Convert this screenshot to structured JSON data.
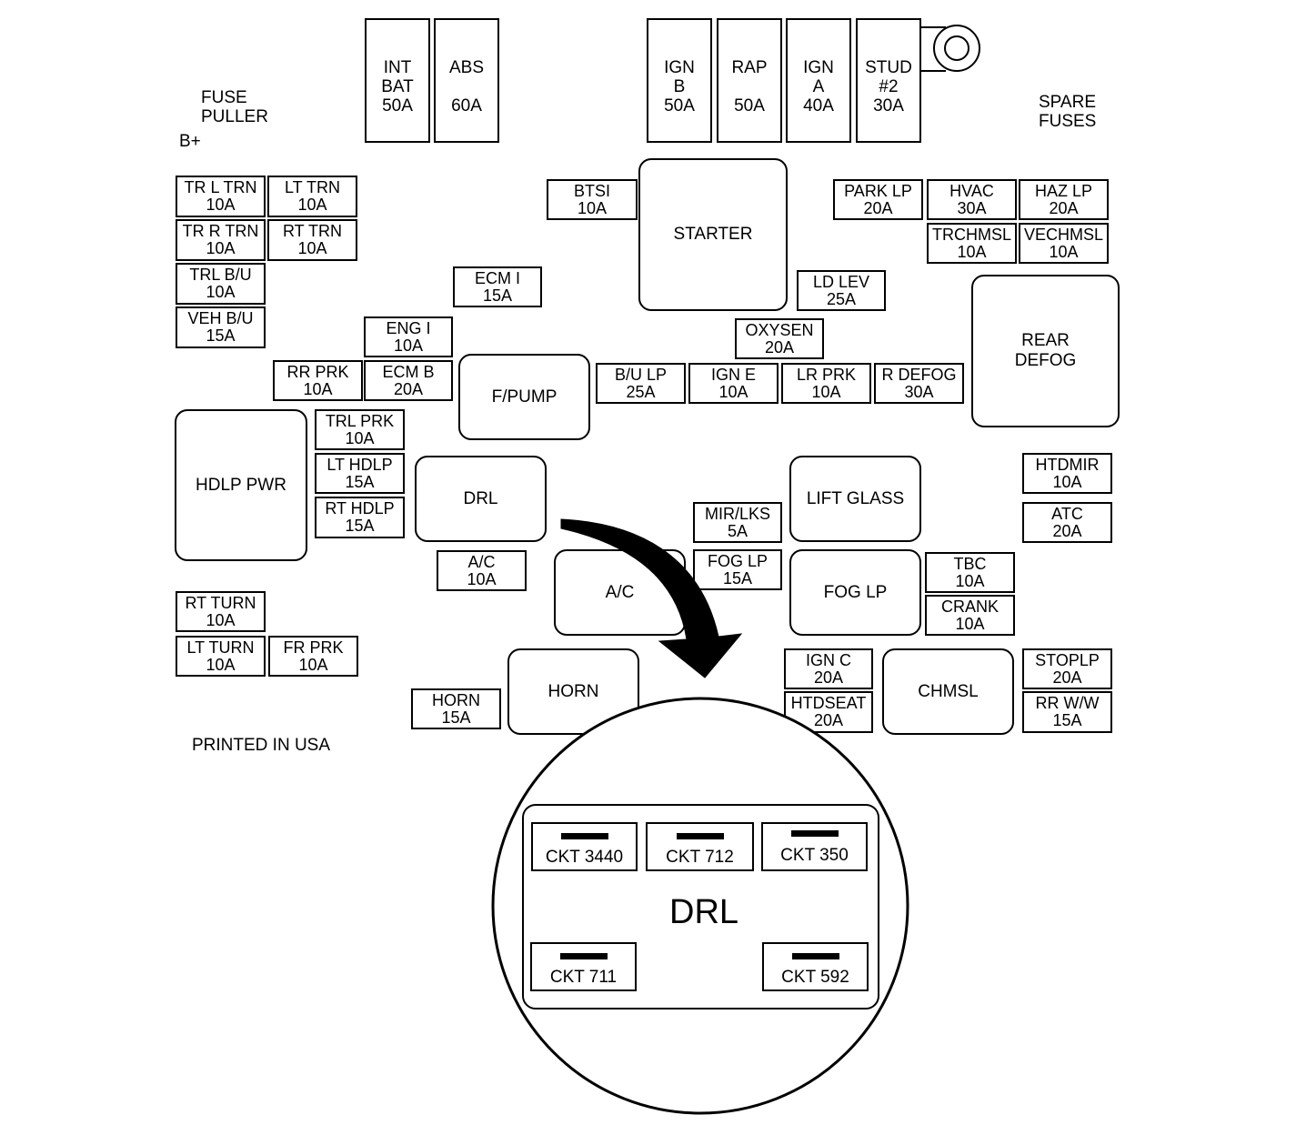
{
  "labels": {
    "fuse_puller": [
      "FUSE",
      "PULLER"
    ],
    "b_plus": "B+",
    "spare_fuses": [
      "SPARE",
      "FUSES"
    ],
    "printed": "PRINTED IN USA"
  },
  "maxi_fuses": {
    "int_bat": [
      "INT",
      "BAT",
      "50A"
    ],
    "abs": [
      "ABS",
      "60A"
    ],
    "ign_b": [
      "IGN",
      "B",
      "50A"
    ],
    "rap": [
      "RAP",
      "50A"
    ],
    "ign_a": [
      "IGN",
      "A",
      "40A"
    ],
    "stud2": [
      "STUD",
      "#2",
      "30A"
    ]
  },
  "fuses": {
    "tr_l_trn": [
      "TR L TRN",
      "10A"
    ],
    "lt_trn": [
      "LT TRN",
      "10A"
    ],
    "tr_r_trn": [
      "TR R TRN",
      "10A"
    ],
    "rt_trn": [
      "RT TRN",
      "10A"
    ],
    "trl_bu": [
      "TRL B/U",
      "10A"
    ],
    "veh_bu": [
      "VEH B/U",
      "15A"
    ],
    "btsi": [
      "BTSI",
      "10A"
    ],
    "ecm_i": [
      "ECM I",
      "15A"
    ],
    "eng_i": [
      "ENG I",
      "10A"
    ],
    "rr_prk": [
      "RR PRK",
      "10A"
    ],
    "ecm_b": [
      "ECM B",
      "20A"
    ],
    "trl_prk": [
      "TRL PRK",
      "10A"
    ],
    "lt_hdlp": [
      "LT HDLP",
      "15A"
    ],
    "rt_hdlp": [
      "RT HDLP",
      "15A"
    ],
    "ac_fuse": [
      "A/C",
      "10A"
    ],
    "rt_turn": [
      "RT TURN",
      "10A"
    ],
    "lt_turn": [
      "LT TURN",
      "10A"
    ],
    "fr_prk": [
      "FR PRK",
      "10A"
    ],
    "horn_fuse": [
      "HORN",
      "15A"
    ],
    "park_lp": [
      "PARK LP",
      "20A"
    ],
    "hvac": [
      "HVAC",
      "30A"
    ],
    "haz_lp": [
      "HAZ LP",
      "20A"
    ],
    "trchmsl": [
      "TRCHMSL",
      "10A"
    ],
    "vechmsl": [
      "VECHMSL",
      "10A"
    ],
    "ld_lev": [
      "LD LEV",
      "25A"
    ],
    "oxysen": [
      "OXYSEN",
      "20A"
    ],
    "bu_lp": [
      "B/U LP",
      "25A"
    ],
    "ign_e": [
      "IGN E",
      "10A"
    ],
    "lr_prk": [
      "LR PRK",
      "10A"
    ],
    "r_defog_fuse": [
      "R DEFOG",
      "30A"
    ],
    "htdmir": [
      "HTDMIR",
      "10A"
    ],
    "atc": [
      "ATC",
      "20A"
    ],
    "mir_lks": [
      "MIR/LKS",
      "5A"
    ],
    "fog_lp_fuse": [
      "FOG LP",
      "15A"
    ],
    "tbc": [
      "TBC",
      "10A"
    ],
    "crank": [
      "CRANK",
      "10A"
    ],
    "ign_c": [
      "IGN C",
      "20A"
    ],
    "htdseat": [
      "HTDSEAT",
      "20A"
    ],
    "stoplp": [
      "STOPLP",
      "20A"
    ],
    "rr_ww": [
      "RR W/W",
      "15A"
    ]
  },
  "relays": {
    "starter": [
      "STARTER"
    ],
    "rear_defog": [
      "REAR",
      "DEFOG"
    ],
    "f_pump": [
      "F/PUMP"
    ],
    "hdlp_pwr": [
      "HDLP PWR"
    ],
    "drl": [
      "DRL"
    ],
    "lift_glass": [
      "LIFT GLASS"
    ],
    "ac_relay": [
      "A/C"
    ],
    "fog_lp_relay": [
      "FOG LP"
    ],
    "horn_relay": [
      "HORN"
    ],
    "chmsl": [
      "CHMSL"
    ]
  },
  "drl_detail": {
    "title": "DRL",
    "circuits": [
      "CKT 3440",
      "CKT 712",
      "CKT 350",
      "CKT 711",
      "CKT 592"
    ]
  }
}
